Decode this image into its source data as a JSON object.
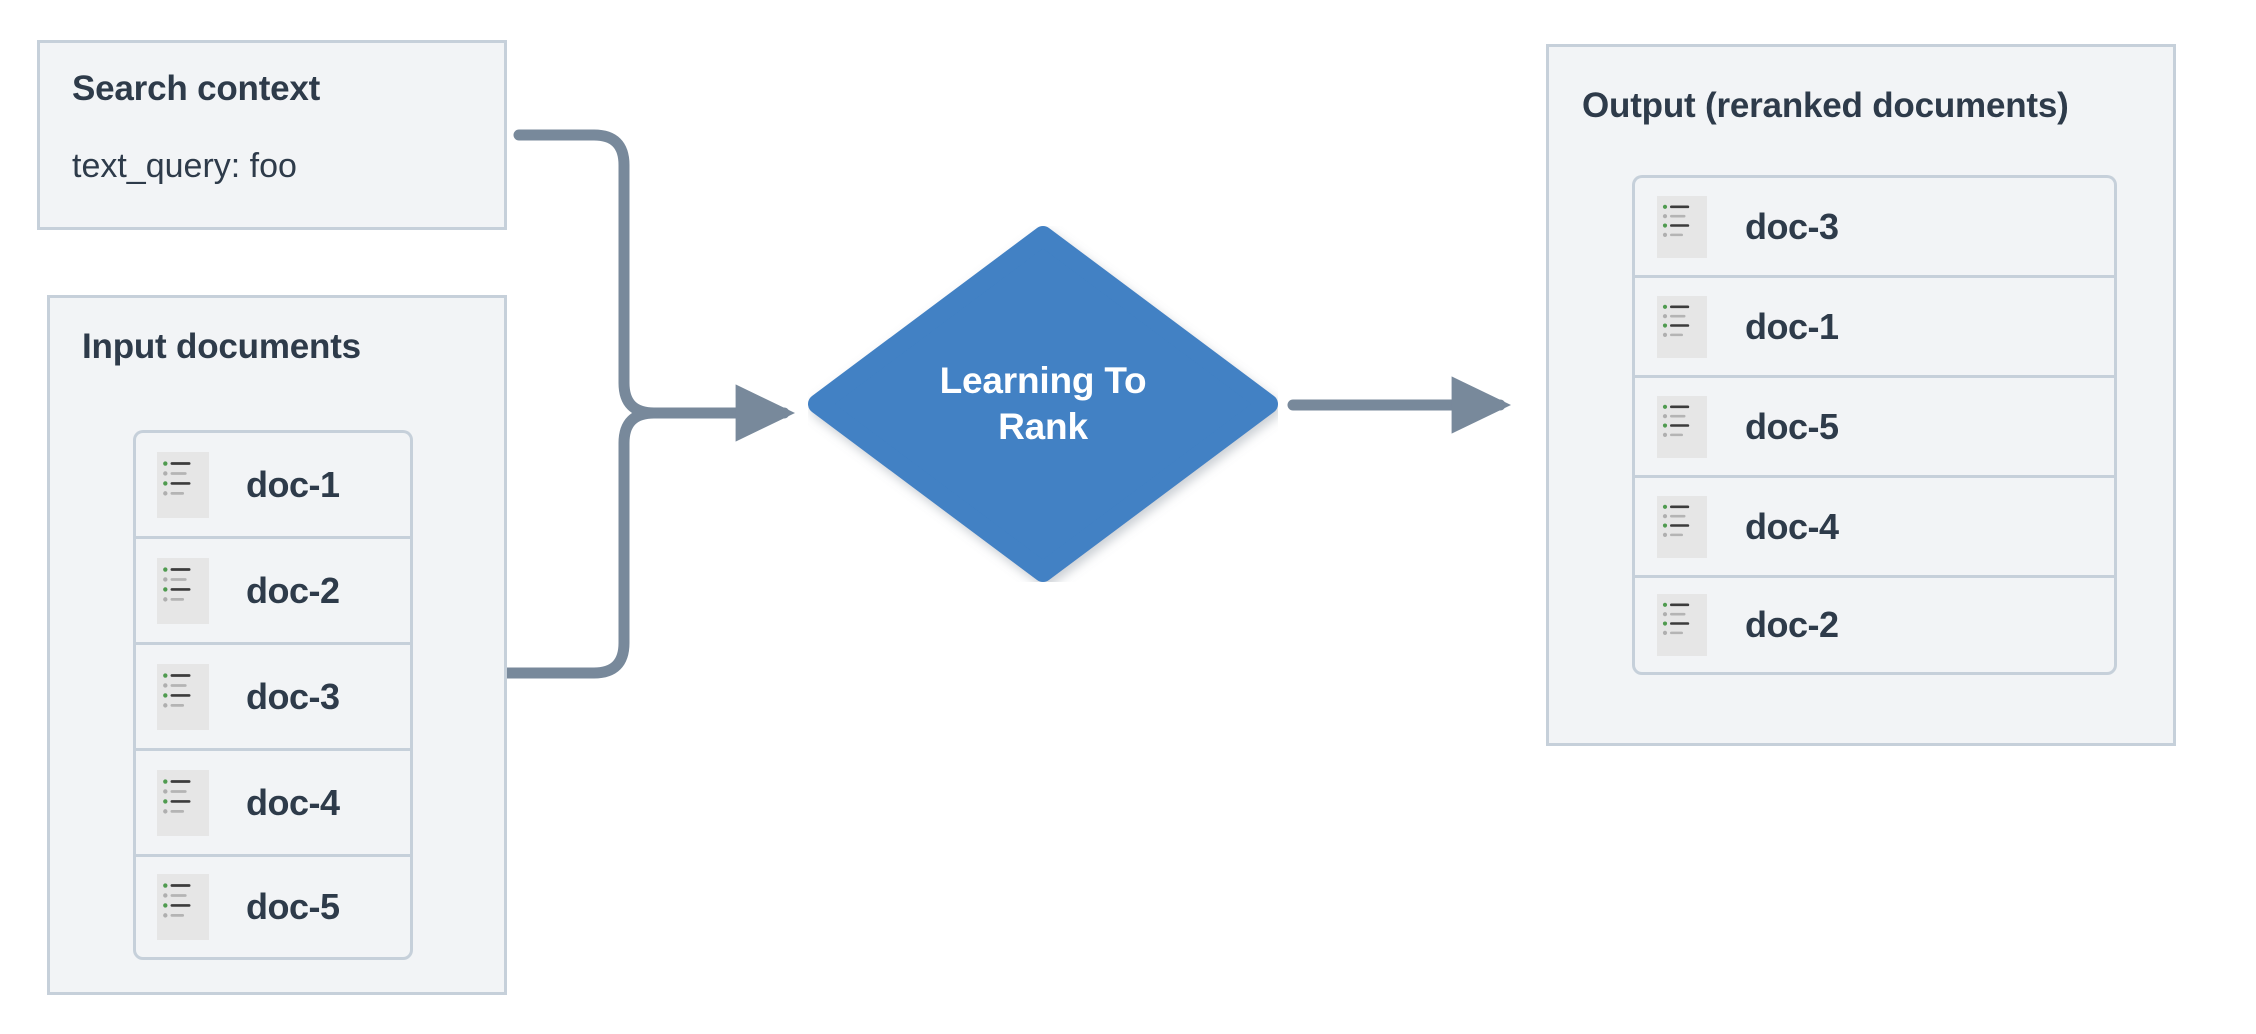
{
  "diagram": {
    "title": "Learning To Rank reranking flow",
    "colors": {
      "panel_fill": "#F2F4F6",
      "panel_border": "#C6D0DA",
      "text": "#2E3B4A",
      "node_fill": "#4281C4",
      "node_text": "#FFFFFF",
      "edge": "#78899B",
      "icon_bg": "#E6E6E6",
      "icon_bullet_green": "#4F9B4F",
      "icon_bullet_gray": "#AFAFAF",
      "icon_line_dark": "#3C3C3C",
      "icon_line_light": "#B4B4B4"
    }
  },
  "search_context": {
    "title": "Search context",
    "query_line": "text_query: foo"
  },
  "input_documents": {
    "title": "Input documents",
    "docs": [
      {
        "label": "doc-1",
        "icon": "document-list-icon"
      },
      {
        "label": "doc-2",
        "icon": "document-list-icon"
      },
      {
        "label": "doc-3",
        "icon": "document-list-icon"
      },
      {
        "label": "doc-4",
        "icon": "document-list-icon"
      },
      {
        "label": "doc-5",
        "icon": "document-list-icon"
      }
    ]
  },
  "process_node": {
    "label_line_1": "Learning To",
    "label_line_2": "Rank",
    "shape": "diamond"
  },
  "output_documents": {
    "title": "Output (reranked documents)",
    "docs": [
      {
        "label": "doc-3",
        "icon": "document-list-icon"
      },
      {
        "label": "doc-1",
        "icon": "document-list-icon"
      },
      {
        "label": "doc-5",
        "icon": "document-list-icon"
      },
      {
        "label": "doc-4",
        "icon": "document-list-icon"
      },
      {
        "label": "doc-2",
        "icon": "document-list-icon"
      }
    ]
  },
  "edges": [
    {
      "name": "search-context-to-ltr",
      "from": "search_context",
      "to": "process_node",
      "arrow": true
    },
    {
      "name": "input-documents-to-ltr",
      "from": "input_documents",
      "to": "process_node",
      "arrow": true
    },
    {
      "name": "ltr-to-output",
      "from": "process_node",
      "to": "output_documents",
      "arrow": true
    }
  ]
}
